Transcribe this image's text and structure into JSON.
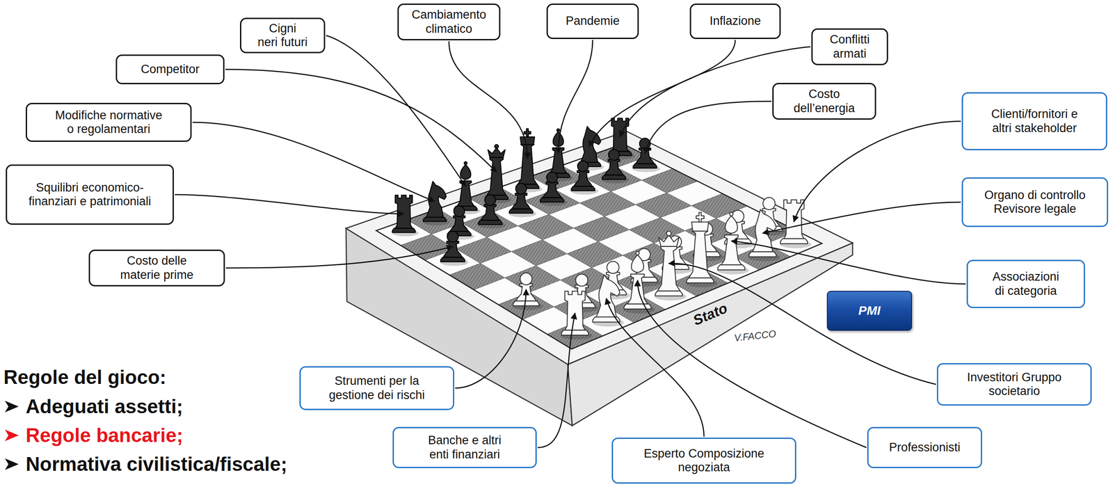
{
  "diagram": {
    "nodes": [
      {
        "text": [
          "Cambiamento climatico"
        ]
      },
      {
        "text": [
          "Pandemie"
        ]
      },
      {
        "text": [
          "Inflazione"
        ]
      },
      {
        "text": [
          "Cigni neri futuri"
        ]
      },
      {
        "text": [
          "Conflitti armati"
        ]
      },
      {
        "text": [
          "Competitor"
        ]
      },
      {
        "text": [
          "Costo dell’energia"
        ]
      },
      {
        "text": [
          "Clienti/fornitori e altri stakeholder"
        ]
      },
      {
        "text": [
          "Modifiche normative o regolamentari"
        ]
      },
      {
        "text": [
          "Squilibri economico-finanziari e patrimoniali"
        ]
      },
      {
        "text": [
          "Organo di controllo Revisore legale"
        ]
      },
      {
        "text": [
          "Costo delle materie prime"
        ]
      },
      {
        "text": [
          "Associazioni di categoria"
        ]
      },
      {
        "text": [
          "PMI"
        ]
      },
      {
        "text": [
          "Investitori Gruppo societario"
        ]
      },
      {
        "text": [
          "Strumenti per la gestione dei rischi"
        ]
      },
      {
        "text": [
          "Banche e altri enti finanziari"
        ]
      },
      {
        "text": [
          "Professionisti"
        ]
      },
      {
        "text": [
          "Esperto Composizione negoziata"
        ]
      }
    ],
    "labels": [
      "Regole del gioco:",
      "Adeguati assetti;",
      "Regole bancarie;",
      "Normativa civilistica/fiscale;",
      "Stato",
      "V.FACCO"
    ]
  }
}
